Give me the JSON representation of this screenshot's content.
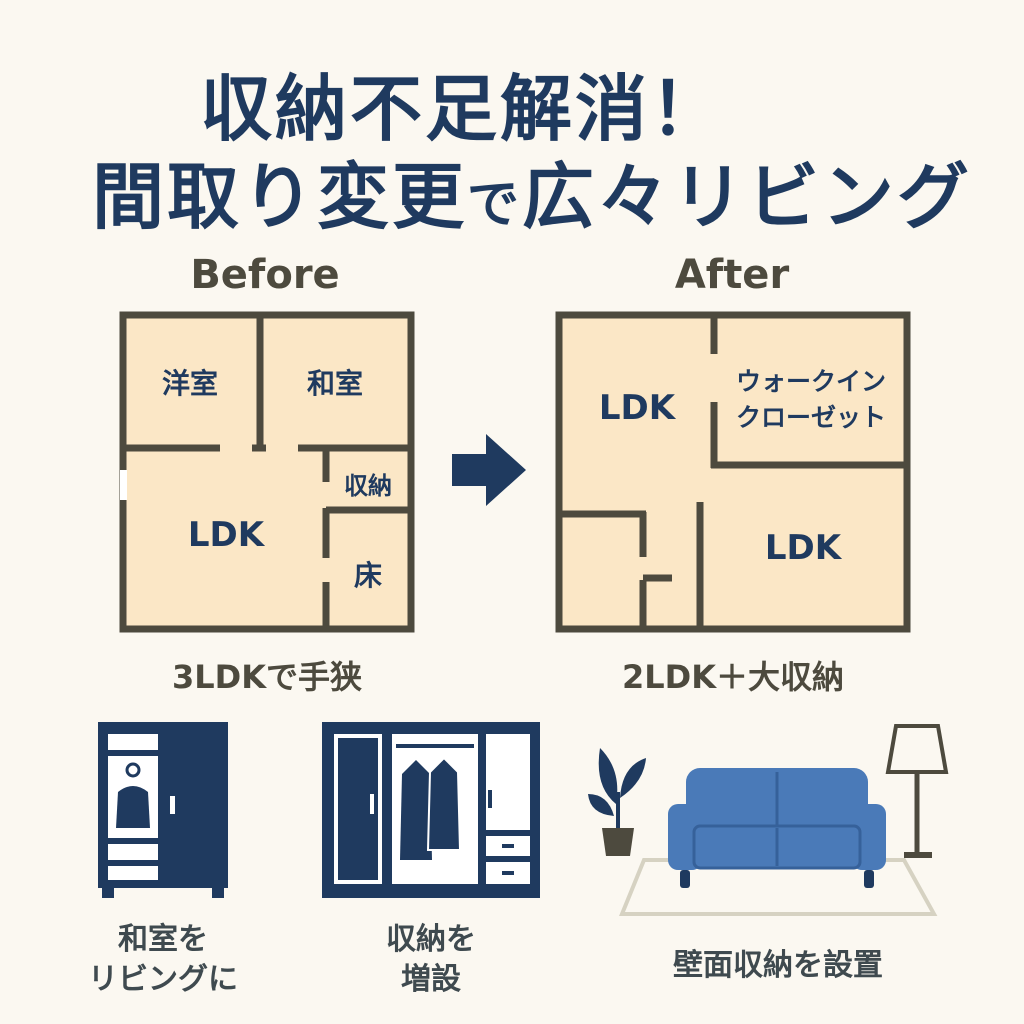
{
  "title": {
    "line1": "収納不足解消！",
    "line2_main": "間取り変更",
    "line2_small": "で",
    "line2_end": "広々リビング"
  },
  "before": {
    "heading": "Before",
    "caption": "3LDKで手狭",
    "rooms": {
      "western": "洋室",
      "japanese": "和室",
      "storage": "収納",
      "ldk": "LDK",
      "floor": "床"
    }
  },
  "after": {
    "heading": "After",
    "caption": "2LDK＋大収納",
    "rooms": {
      "ldk_top": "LDK",
      "walkin_line1": "ウォークイン",
      "walkin_line2": "クローゼット",
      "ldk_bottom": "LDK"
    }
  },
  "icons": [
    {
      "name": "wardrobe-icon",
      "caption_line1": "和室を",
      "caption_line2": "リビングに"
    },
    {
      "name": "closet-icon",
      "caption_line1": "収納を",
      "caption_line2": "増設"
    },
    {
      "name": "living-room-icon",
      "caption_line1": "壁面収納を設置",
      "caption_line2": ""
    }
  ],
  "colors": {
    "navy": "#1f3a5f",
    "floor": "#fbe7c6",
    "wall": "#4d4a3e",
    "sofa": "#4a7ab8",
    "background": "#fbf8f1"
  }
}
